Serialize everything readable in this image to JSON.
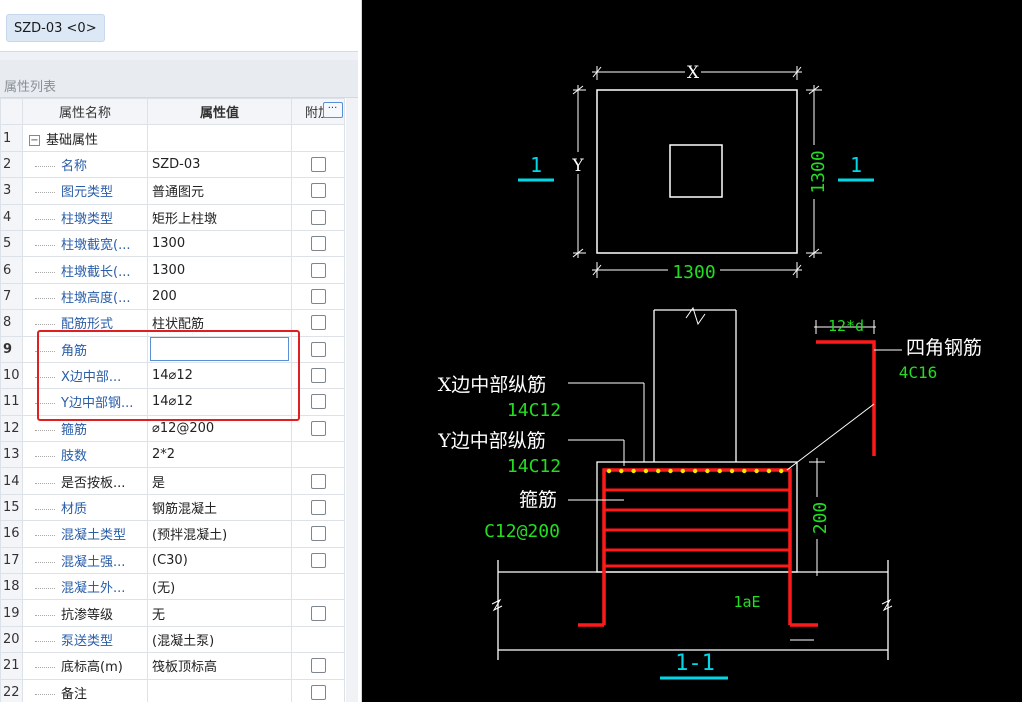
{
  "top": {
    "tag": "SZD-03 <0>"
  },
  "panel": {
    "title": "属性列表",
    "columns": {
      "index": "",
      "name": "属性名称",
      "value": "属性值",
      "extra": "附加"
    }
  },
  "rows": [
    {
      "idx": "1",
      "name": "基础属性",
      "value": "",
      "group": true
    },
    {
      "idx": "2",
      "name": "名称",
      "value": "SZD-03",
      "blue": true,
      "checkbox": true
    },
    {
      "idx": "3",
      "name": "图元类型",
      "value": "普通图元",
      "blue": true,
      "checkbox": true
    },
    {
      "idx": "4",
      "name": "柱墩类型",
      "value": "矩形上柱墩",
      "blue": true,
      "checkbox": true
    },
    {
      "idx": "5",
      "name": "柱墩截宽(...",
      "value": "1300",
      "blue": true,
      "checkbox": true
    },
    {
      "idx": "6",
      "name": "柱墩截长(...",
      "value": "1300",
      "blue": true,
      "checkbox": true
    },
    {
      "idx": "7",
      "name": "柱墩高度(...",
      "value": "200",
      "blue": true,
      "checkbox": true
    },
    {
      "idx": "8",
      "name": "配筋形式",
      "value": "柱状配筋",
      "blue": true,
      "checkbox": true
    },
    {
      "idx": "9",
      "name": "角筋",
      "value": "",
      "blue": true,
      "checkbox": true,
      "editing": true,
      "edit_button": "···"
    },
    {
      "idx": "10",
      "name": "X边中部...",
      "value": "14⌀12",
      "blue": true,
      "checkbox": true
    },
    {
      "idx": "11",
      "name": "Y边中部钢...",
      "value": "14⌀12",
      "blue": true,
      "checkbox": true
    },
    {
      "idx": "12",
      "name": "箍筋",
      "value": "⌀12@200",
      "blue": true,
      "checkbox": true
    },
    {
      "idx": "13",
      "name": "肢数",
      "value": "2*2",
      "blue": true,
      "checkbox": false
    },
    {
      "idx": "14",
      "name": "是否按板...",
      "value": "是",
      "blue": false,
      "checkbox": true
    },
    {
      "idx": "15",
      "name": "材质",
      "value": "钢筋混凝土",
      "blue": true,
      "checkbox": true
    },
    {
      "idx": "16",
      "name": "混凝土类型",
      "value": "(预拌混凝土)",
      "blue": true,
      "checkbox": true
    },
    {
      "idx": "17",
      "name": "混凝土强...",
      "value": "(C30)",
      "blue": true,
      "checkbox": true
    },
    {
      "idx": "18",
      "name": "混凝土外...",
      "value": "(无)",
      "blue": true,
      "checkbox": false
    },
    {
      "idx": "19",
      "name": "抗渗等级",
      "value": "无",
      "blue": false,
      "checkbox": true
    },
    {
      "idx": "20",
      "name": "泵送类型",
      "value": "(混凝土泵)",
      "blue": true,
      "checkbox": false
    },
    {
      "idx": "21",
      "name": "底标高(m)",
      "value": "筏板顶标高",
      "blue": false,
      "checkbox": true
    },
    {
      "idx": "22",
      "name": "备注",
      "value": "",
      "blue": false,
      "checkbox": true
    }
  ],
  "drawing": {
    "plan": {
      "x_label": "X",
      "y_label": "Y",
      "width_dim": "1300",
      "height_dim": "1300",
      "section_mark": "1"
    },
    "section": {
      "title": "1-1",
      "x_mid_label": "X边中部纵筋",
      "x_mid_spec": "14C12",
      "y_mid_label": "Y边中部纵筋",
      "y_mid_spec": "14C12",
      "stirrup_label": "箍筋",
      "stirrup_spec": "C12@200",
      "corner_label": "四角钢筋",
      "corner_spec": "4C16",
      "hook_label": "12*d",
      "height_dim": "200",
      "anchor_label": "1aE"
    },
    "colors": {
      "rebar": "#ff1a1a",
      "dim_green": "#22dd22",
      "section_cyan": "#00d8e8",
      "line_white": "#ffffff",
      "dot_yellow": "#ffe600"
    }
  }
}
